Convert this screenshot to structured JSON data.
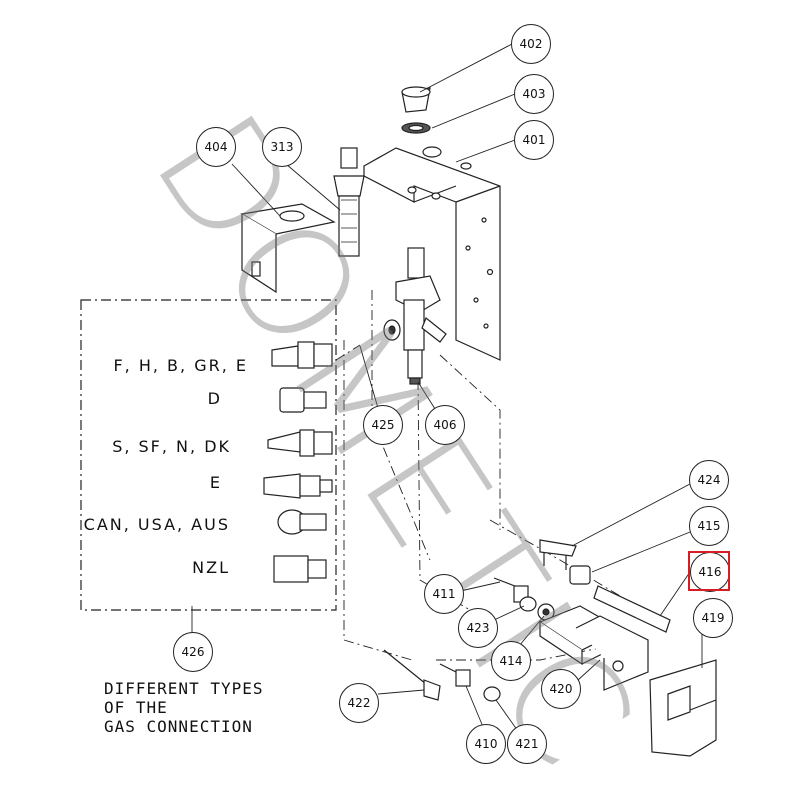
{
  "callouts": [
    {
      "id": "402",
      "label": "402"
    },
    {
      "id": "403",
      "label": "403"
    },
    {
      "id": "401",
      "label": "401"
    },
    {
      "id": "404",
      "label": "404"
    },
    {
      "id": "313",
      "label": "313"
    },
    {
      "id": "425",
      "label": "425"
    },
    {
      "id": "406",
      "label": "406"
    },
    {
      "id": "424",
      "label": "424"
    },
    {
      "id": "415",
      "label": "415"
    },
    {
      "id": "416",
      "label": "416"
    },
    {
      "id": "419",
      "label": "419"
    },
    {
      "id": "411",
      "label": "411"
    },
    {
      "id": "423",
      "label": "423"
    },
    {
      "id": "414",
      "label": "414"
    },
    {
      "id": "420",
      "label": "420"
    },
    {
      "id": "426",
      "label": "426"
    },
    {
      "id": "422",
      "label": "422"
    },
    {
      "id": "410",
      "label": "410"
    },
    {
      "id": "421",
      "label": "421"
    }
  ],
  "connection_types": [
    "F, H, B, GR, E",
    "D",
    "S, SF, N, DK",
    "E",
    "CAN, USA, AUS",
    "NZL"
  ],
  "caption": {
    "line1": "DIFFERENT TYPES",
    "line2": "OF THE",
    "line3": "GAS CONNECTION"
  },
  "highlighted_part": "416",
  "highlight_color": "#d81c24",
  "watermark": "DOMETIC"
}
